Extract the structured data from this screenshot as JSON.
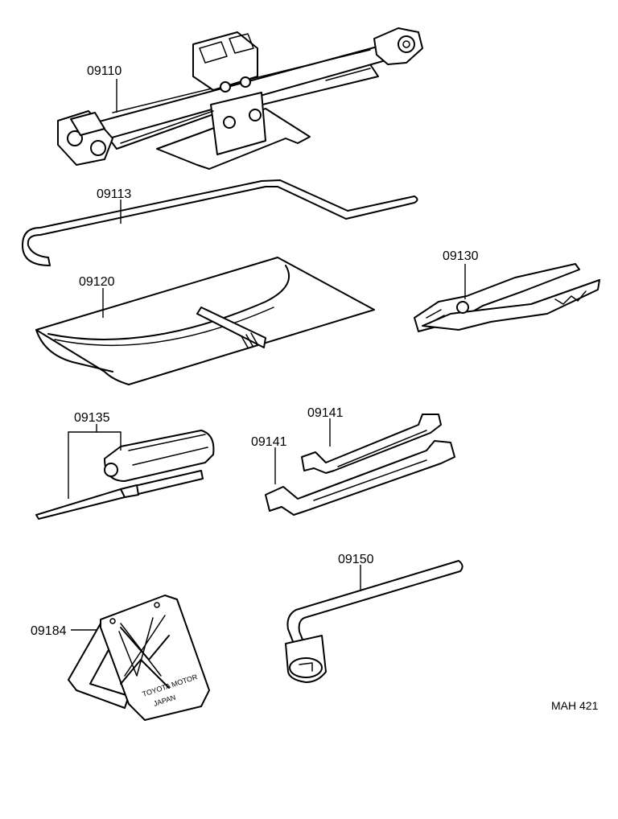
{
  "parts": {
    "jack": "09110",
    "jack_handle": "09113",
    "tool_bag": "09120",
    "pliers": "09130",
    "screwdriver": "09135",
    "wrench_upper": "09141",
    "wrench_lower": "09141",
    "wheel_nut_wrench": "09150",
    "warning_triangle": "09184"
  },
  "stamp": {
    "line1": "TOYOTA MOTOR",
    "line2": "JAPAN"
  },
  "reference_code": "MAH 421",
  "colors": {
    "ink": "#000000",
    "background": "#ffffff"
  }
}
